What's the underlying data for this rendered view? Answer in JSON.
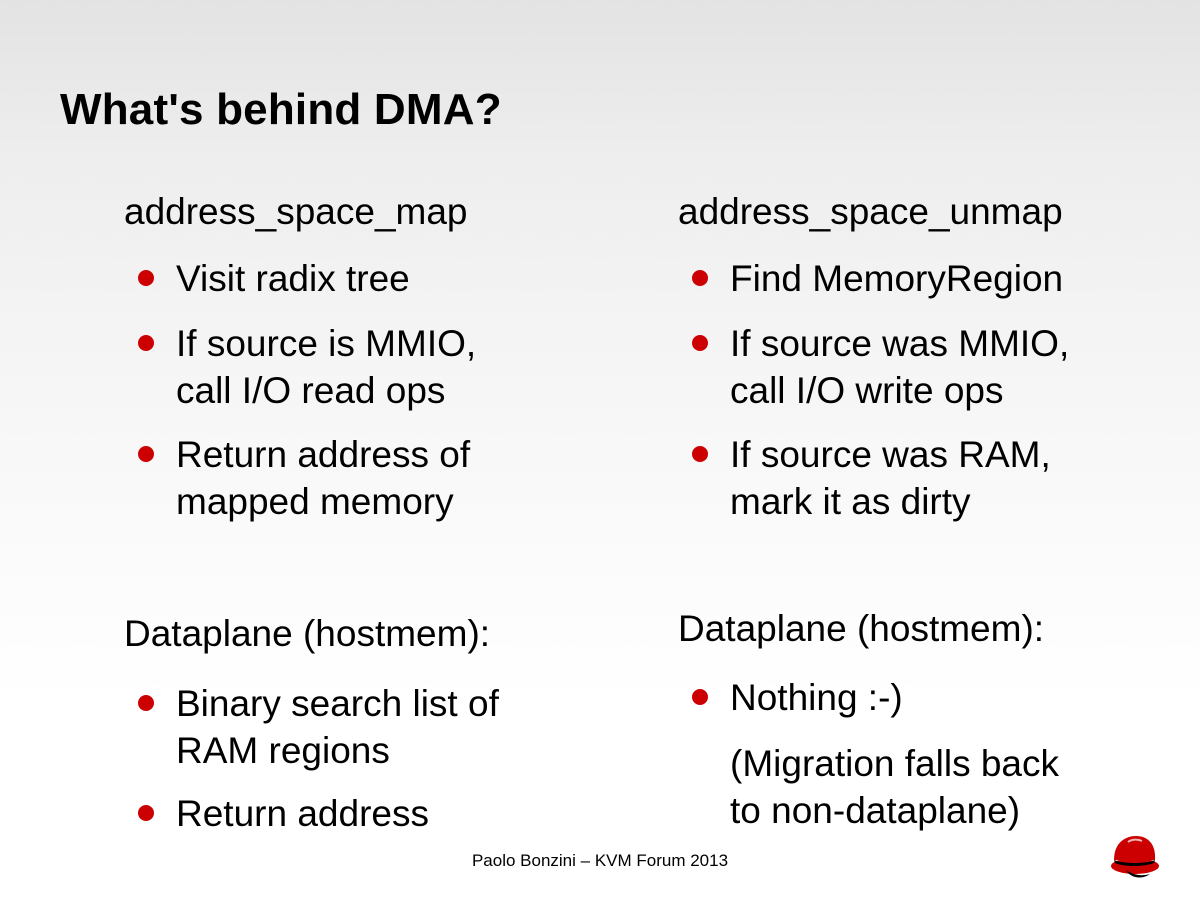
{
  "slide": {
    "title": "What's behind DMA?",
    "left": {
      "heading1": "address_space_map",
      "bullets1": [
        "Visit radix tree",
        "If source is MMIO,\ncall I/O read ops",
        "Return address of\nmapped memory"
      ],
      "heading2": "Dataplane (hostmem):",
      "bullets2": [
        "Binary search list of\nRAM regions",
        "Return address"
      ]
    },
    "right": {
      "heading1": "address_space_unmap",
      "bullets1": [
        "Find MemoryRegion",
        "If source was MMIO,\ncall I/O write ops",
        "If source was RAM,\nmark it as dirty"
      ],
      "heading2": "Dataplane (hostmem):",
      "bullets2": [
        "Nothing :-)"
      ],
      "note": "(Migration falls back\nto non-dataplane)"
    },
    "footer": "Paolo Bonzini – KVM Forum 2013",
    "logo_icon": "redhat-shadowman-icon",
    "colors": {
      "bullet": "#cc0000",
      "logo_red": "#cc0000"
    }
  }
}
